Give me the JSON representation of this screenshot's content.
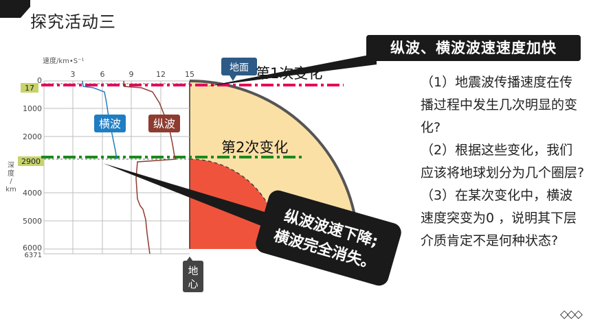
{
  "title": "探究活动三",
  "banner": "纵波、横波波速速度加快",
  "chart": {
    "speed_axis_label": "速度/km•S⁻¹",
    "depth_axis_label": [
      "深",
      "度",
      "/",
      "km"
    ],
    "speed_ticks": [
      "3",
      "6",
      "9",
      "12",
      "15"
    ],
    "depth_ticks": [
      "0",
      "1000",
      "2000",
      "2900",
      "4000",
      "5000",
      "6000",
      "6371"
    ],
    "highlight_ticks": [
      "17",
      "2900"
    ],
    "transverse_label": "横波",
    "longitudinal_label": "纵波",
    "surface_label": "地面",
    "center_label": [
      "地",
      "心"
    ],
    "change1_label": "第1次变化",
    "change2_label": "第2次变化",
    "callout": [
      "纵波波速下降;",
      "横波完全消失。"
    ]
  },
  "questions": [
    "（1）地震波传播速度在传播过程中发生几次明显的变化?",
    "（2）根据这些变化，我们应该将地球划分为几个圈层?",
    "（3）在某次变化中，横波速度突变为0 ，说明其下层介质肯定不是何种状态?"
  ],
  "footer_mark": "◇◇◇",
  "colors": {
    "crust_mantle": "#fbe0a6",
    "core": "#f0533c",
    "transverse_line": "#1f7dc2",
    "longitudinal_line": "#8e3b30",
    "moho_dash": "#e6005a",
    "gutenberg_dash": "#1b8a1b",
    "label_box": "#2d5a86"
  }
}
